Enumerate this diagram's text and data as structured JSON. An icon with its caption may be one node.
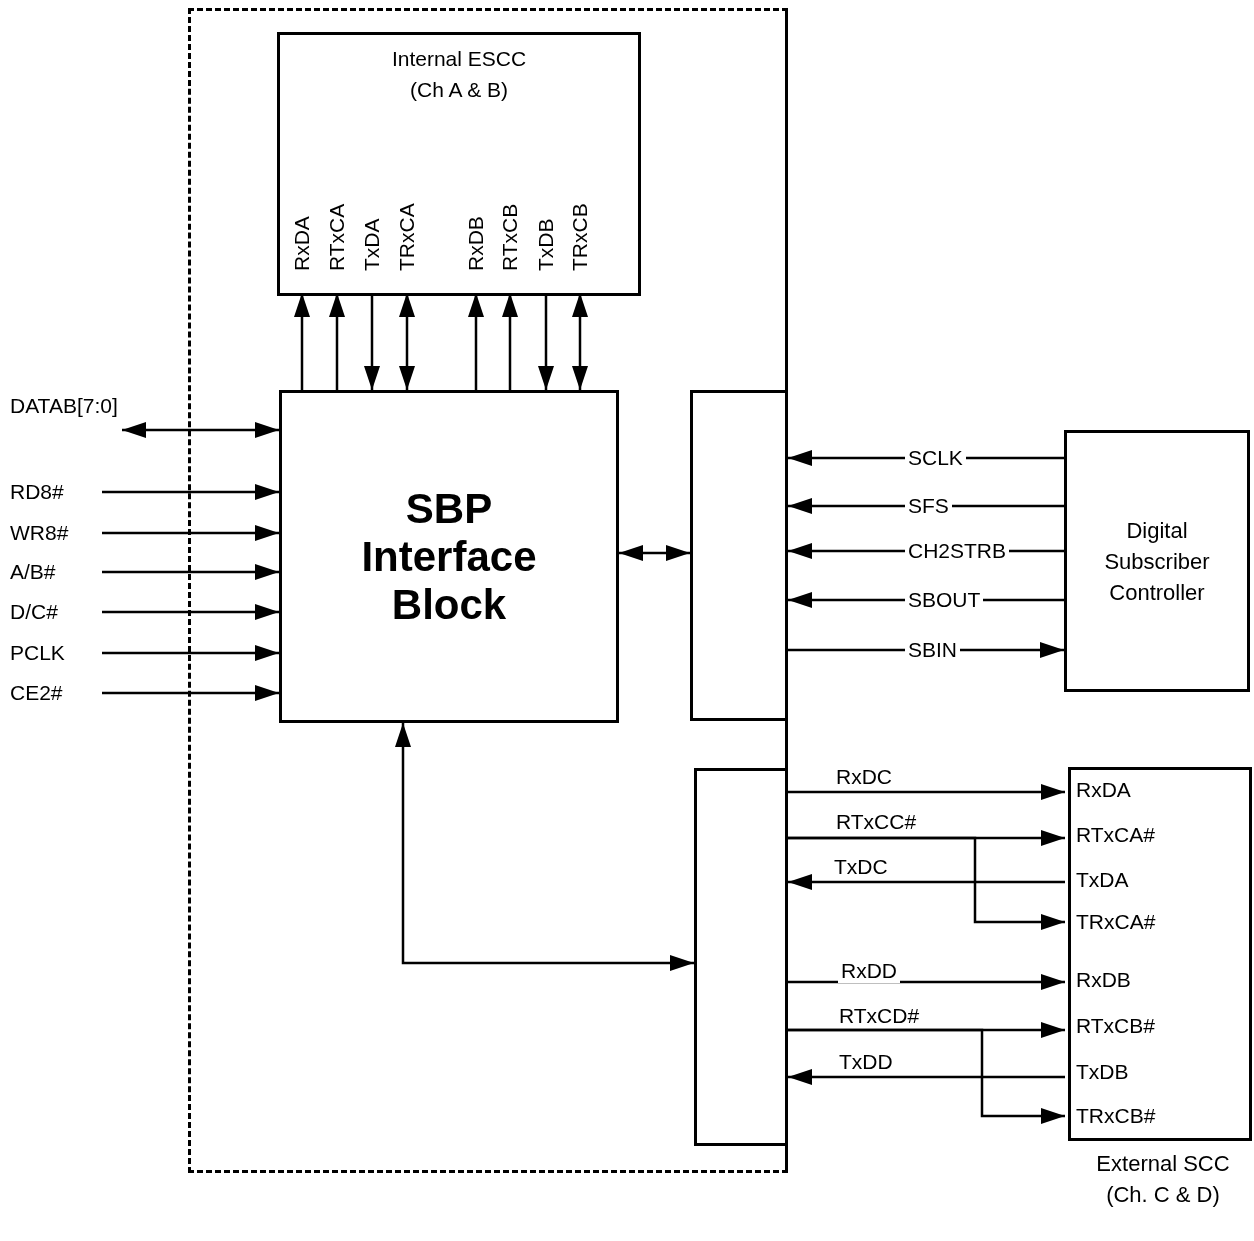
{
  "diagram": {
    "nodes": [
      {
        "text": [],
        "shape": "box"
      },
      {
        "text": [
          "Internal ESCC (Ch A & B)"
        ],
        "in": 0
      },
      {
        "text": [
          "RxDA"
        ],
        "in": 1
      },
      {
        "text": [
          "RTxCA"
        ],
        "in": 1
      },
      {
        "text": [
          "TxDA"
        ],
        "in": 1
      },
      {
        "text": [
          "TRxCA"
        ],
        "in": 1
      },
      {
        "text": [
          "RxDB"
        ],
        "in": 1
      },
      {
        "text": [
          "RTxCB"
        ],
        "in": 1
      },
      {
        "text": [
          "TxDB"
        ],
        "in": 1
      },
      {
        "text": [
          "TRxCB"
        ],
        "in": 1
      },
      {
        "text": [
          "SBP Interface Block"
        ],
        "in": 0
      },
      {
        "text": [],
        "shape": "box",
        "in": 0
      },
      {
        "text": [],
        "shape": "box",
        "in": 0
      },
      {
        "text": [
          "DATAB[7:0]"
        ]
      },
      {
        "text": [
          "RD8#"
        ]
      },
      {
        "text": [
          "WR8#"
        ]
      },
      {
        "text": [
          "A/B#"
        ]
      },
      {
        "text": [
          "D/C#"
        ]
      },
      {
        "text": [
          "PCLK"
        ]
      },
      {
        "text": [
          "CE2#"
        ]
      },
      {
        "text": [
          "Digital Subscriber Controller"
        ]
      },
      {
        "text": [
          "External SCC (Ch. C & D)"
        ]
      },
      {
        "text": [
          "RxDA"
        ],
        "in": 21
      },
      {
        "text": [
          "RTxCA#"
        ],
        "in": 21
      },
      {
        "text": [
          "TxDA"
        ],
        "in": 21
      },
      {
        "text": [
          "TRxCA#"
        ],
        "in": 21
      },
      {
        "text": [
          "RxDB"
        ],
        "in": 21
      },
      {
        "text": [
          "RTxCB#"
        ],
        "in": 21
      },
      {
        "text": [
          "TxDB"
        ],
        "in": 21
      },
      {
        "text": [
          "TRxCB#"
        ],
        "in": 21
      }
    ],
    "edges": [
      {
        "from": 10,
        "to": 2,
        "arrow": "to"
      },
      {
        "from": 10,
        "to": 3,
        "arrow": "to"
      },
      {
        "from": 4,
        "to": 10,
        "arrow": "to"
      },
      {
        "from": 10,
        "to": 5,
        "arrow": "both"
      },
      {
        "from": 10,
        "to": 6,
        "arrow": "to"
      },
      {
        "from": 10,
        "to": 7,
        "arrow": "to"
      },
      {
        "from": 8,
        "to": 10,
        "arrow": "to"
      },
      {
        "from": 10,
        "to": 9,
        "arrow": "both"
      },
      {
        "from": 13,
        "to": 10,
        "arrow": "both"
      },
      {
        "from": 14,
        "to": 10,
        "arrow": "to"
      },
      {
        "from": 15,
        "to": 10,
        "arrow": "to"
      },
      {
        "from": 16,
        "to": 10,
        "arrow": "to"
      },
      {
        "from": 17,
        "to": 10,
        "arrow": "to"
      },
      {
        "from": 18,
        "to": 10,
        "arrow": "to"
      },
      {
        "from": 19,
        "to": 10,
        "arrow": "to"
      },
      {
        "from": 10,
        "to": 11,
        "arrow": "both"
      },
      {
        "from": 10,
        "to": 12,
        "arrow": "both"
      },
      {
        "from": 20,
        "to": 11,
        "arrow": "to",
        "label": "SCLK"
      },
      {
        "from": 20,
        "to": 11,
        "arrow": "to",
        "label": "SFS"
      },
      {
        "from": 20,
        "to": 11,
        "arrow": "to",
        "label": "CH2STRB"
      },
      {
        "from": 20,
        "to": 11,
        "arrow": "to",
        "label": "SBOUT"
      },
      {
        "from": 11,
        "to": 20,
        "arrow": "to",
        "label": "SBIN"
      },
      {
        "from": 12,
        "to": 22,
        "arrow": "to",
        "label": "RxDC"
      },
      {
        "from": 12,
        "to": 23,
        "arrow": "to",
        "label": "RTxCC#"
      },
      {
        "from": 12,
        "to": 25,
        "arrow": "to"
      },
      {
        "from": 24,
        "to": 12,
        "arrow": "to",
        "label": "TxDC"
      },
      {
        "from": 12,
        "to": 26,
        "arrow": "to",
        "label": "RxDD"
      },
      {
        "from": 12,
        "to": 27,
        "arrow": "to",
        "label": "RTxCD#"
      },
      {
        "from": 12,
        "to": 29,
        "arrow": "to"
      },
      {
        "from": 28,
        "to": 12,
        "arrow": "to",
        "label": "TxDD"
      }
    ]
  }
}
